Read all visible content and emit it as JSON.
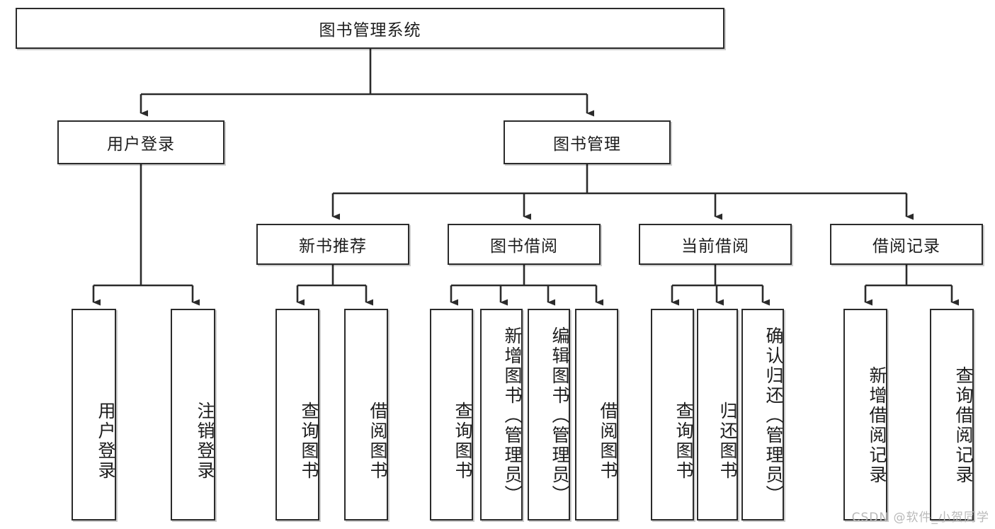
{
  "diagram": {
    "title": "图书管理系统",
    "watermark": "CSDN @软件_小贺同学",
    "stroke_color": "#2b2b2b",
    "background_color": "#ffffff",
    "text_color": "#1d1d1d",
    "watermark_color": "#b9b9b9",
    "levels": {
      "root": {
        "label": "图书管理系统"
      },
      "level2": [
        {
          "label": "用户登录"
        },
        {
          "label": "图书管理"
        }
      ],
      "level3": [
        {
          "label": "新书推荐"
        },
        {
          "label": "图书借阅"
        },
        {
          "label": "当前借阅"
        },
        {
          "label": "借阅记录"
        }
      ],
      "leaves": {
        "user_login": [
          {
            "label": "用户登录"
          },
          {
            "label": "注销登录"
          }
        ],
        "new_book_recommend": [
          {
            "label": "查询图书"
          },
          {
            "label": "借阅图书"
          }
        ],
        "book_borrow": [
          {
            "label": "查询图书"
          },
          {
            "label": "新增图书（管理员）"
          },
          {
            "label": "编辑图书（管理员）"
          },
          {
            "label": "借阅图书"
          }
        ],
        "current_borrow": [
          {
            "label": "查询图书"
          },
          {
            "label": "归还图书"
          },
          {
            "label": "确认归还（管理员）"
          }
        ],
        "borrow_record": [
          {
            "label": "新增借阅记录"
          },
          {
            "label": "查询借阅记录"
          }
        ]
      }
    }
  }
}
